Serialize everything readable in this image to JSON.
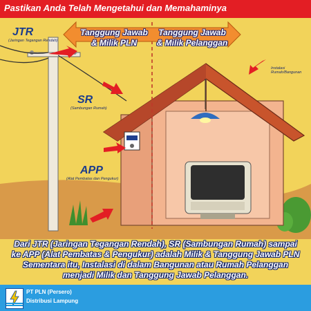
{
  "header": {
    "title": "Pastikan Anda Telah Mengetahui dan Memahaminya"
  },
  "banner": {
    "left_line1": "Tanggung Jawab",
    "left_line2": "& Milik PLN",
    "right_line1": "Tanggung Jawab",
    "right_line2": "& Milik Pelanggan"
  },
  "labels": {
    "jtr": "JTR",
    "jtr_desc": "(Jaringan Tegangan Rendah)",
    "sr": "SR",
    "sr_desc": "(Sambungan Rumah)",
    "app": "APP",
    "app_desc": "(Alat Pembatas dan Pengukur)",
    "instalasi_line1": "Instalasi",
    "instalasi_line2": "Rumah/Bangunan"
  },
  "caption": {
    "line1": "Dari JTR (Jaringan Tegangan Rendah), SR (Sambungan Rumah) sampai",
    "line2": "ke APP (Alat Pembatas & Pengukur) adalah Milik & Tanggung Jawab PLN",
    "line3": "Sementara itu, Instalasi di dalam Bangunan atau Rumah Pelanggan",
    "line4": "menjadi Milik dan Tanggung Jawab Pelanggan."
  },
  "footer": {
    "org": "PT PLN (Persero)",
    "branch": "Distribusi Lampung"
  },
  "colors": {
    "header_bg": "#e31e24",
    "background": "#f2d35a",
    "footer_bg": "#2b9de0",
    "label_blue": "#1b3c8c",
    "arrow_red": "#e31e24"
  }
}
